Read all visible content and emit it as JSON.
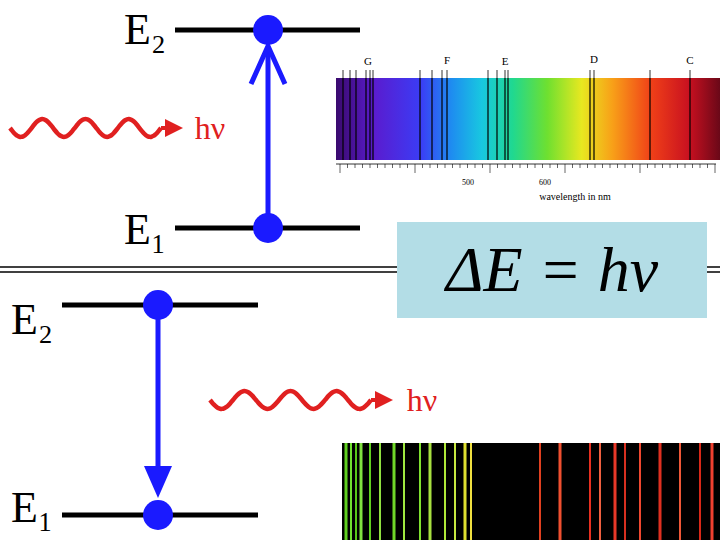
{
  "diagram": {
    "nodes": [
      {
        "text": [
          "ΔE = hν"
        ]
      }
    ],
    "labels": [
      "E₂",
      "hν",
      "E₁",
      "G",
      "F",
      "E",
      "D",
      "C",
      "500",
      "600",
      "wavelength in nm",
      "E₂",
      "hν",
      "E₁"
    ]
  }
}
